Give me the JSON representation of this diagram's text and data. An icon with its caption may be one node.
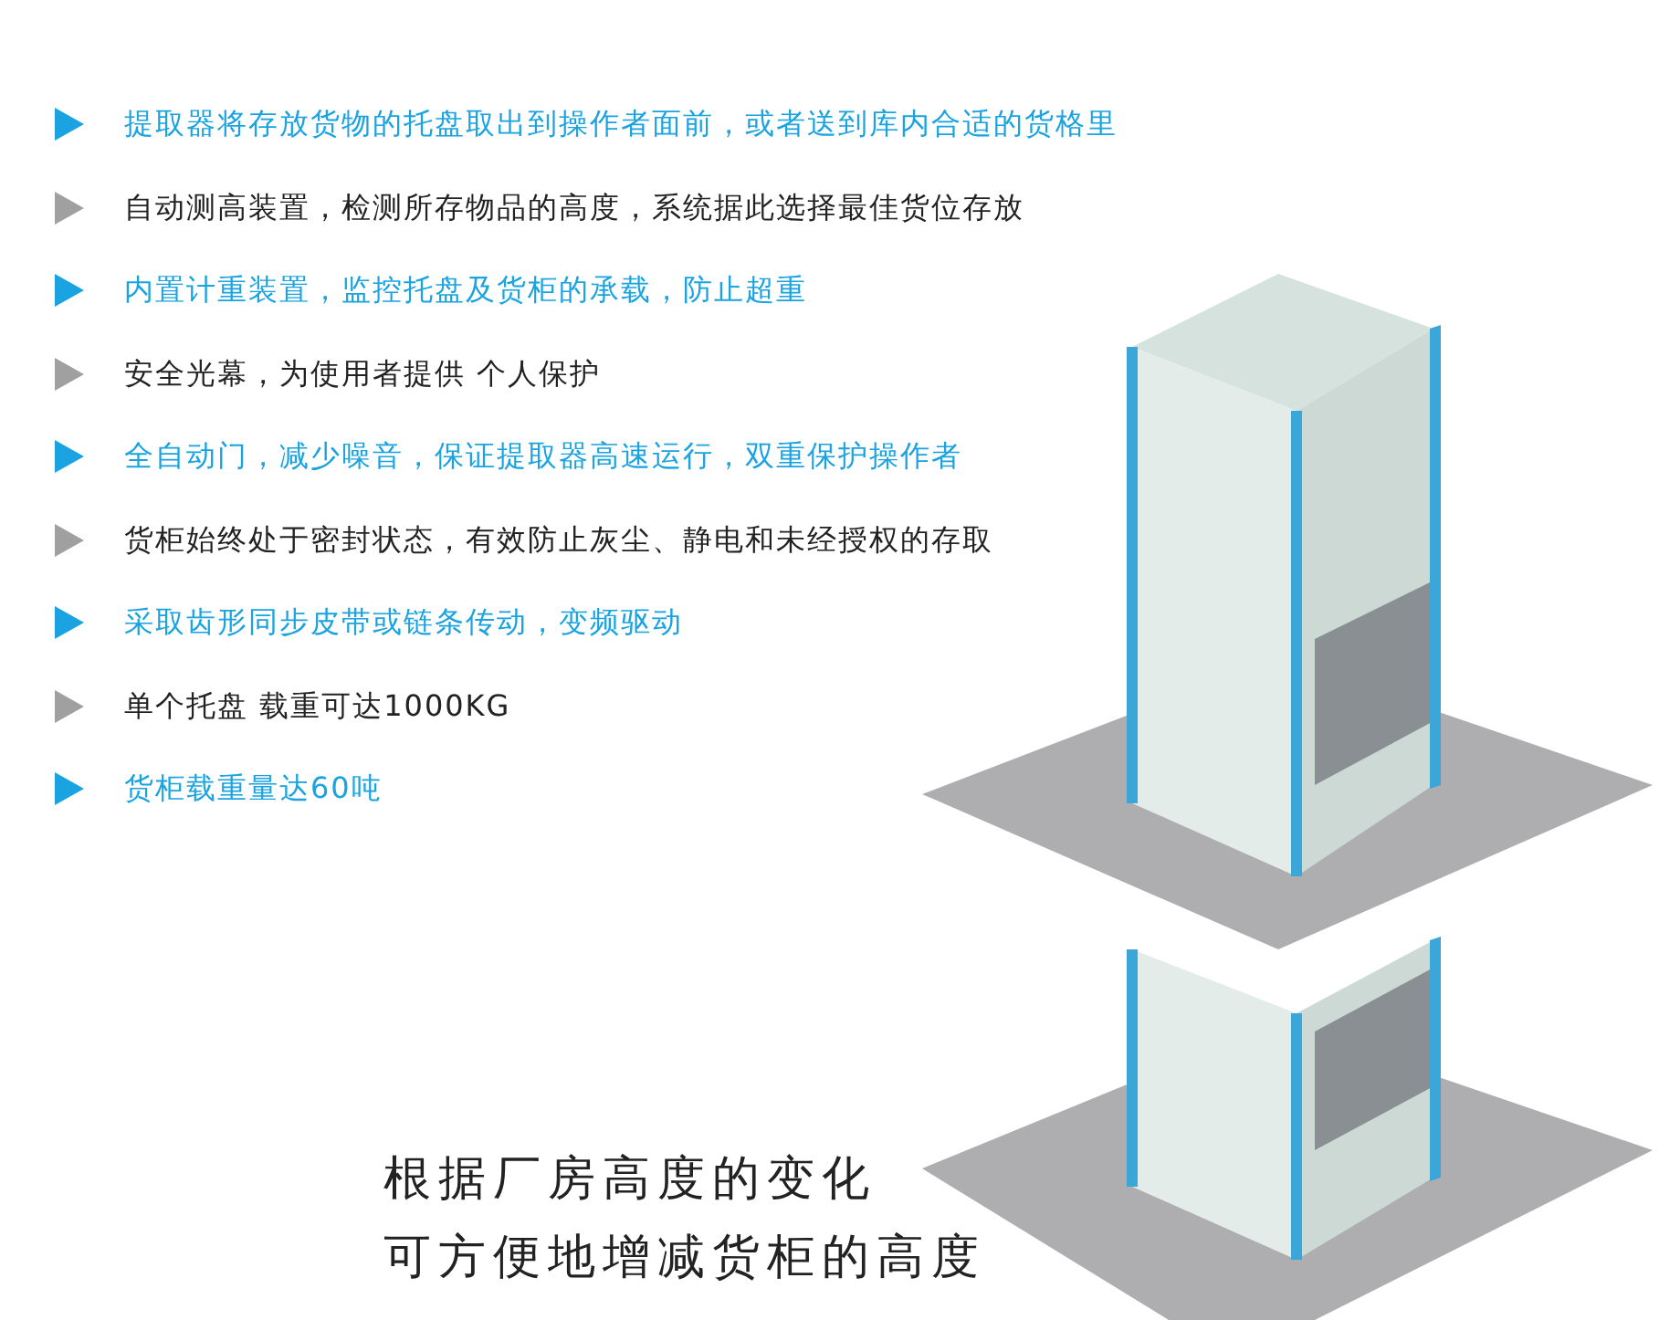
{
  "diagram": {
    "labels": [
      "提取器将存放货物的托盘取出到操作者面前，或者送到库内合适的货格里",
      "自动测高装置，检测所存物品的高度，系统据此选择最佳货位存放",
      "内置计重装置，监控托盘及货柜的承载，防止超重",
      "安全光幕，为使用者提供 个人保护",
      "全自动门，减少噪音，保证提取器高速运行，双重保护操作者",
      "货柜始终处于密封状态，有效防止灰尘、静电和未经授权的存取",
      "采取齿形同步皮带或链条传动，变频驱动",
      "单个托盘 载重可达1000KG",
      "货柜载重量达60吨",
      "根据厂房高度的变化",
      "可方便地增减货柜的高度"
    ]
  }
}
